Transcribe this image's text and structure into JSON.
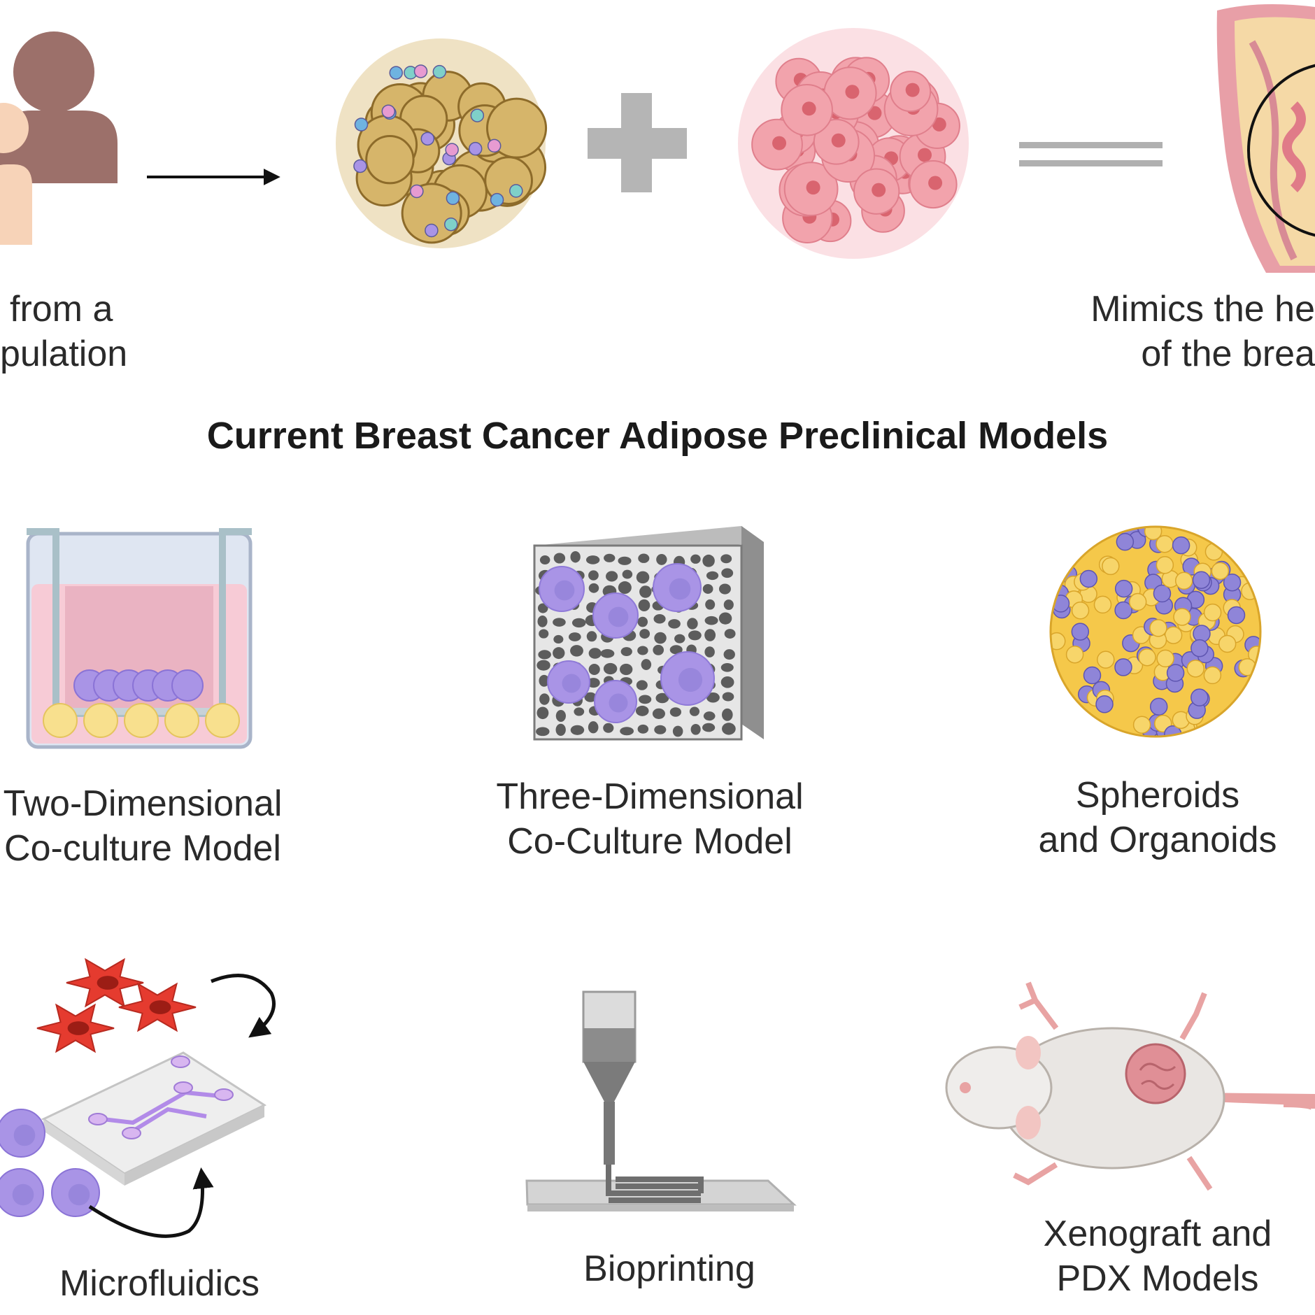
{
  "header": {
    "left_caption": [
      "from a",
      "pulation"
    ],
    "right_caption": [
      "Mimics the he",
      "of the brea"
    ]
  },
  "title": "Current Breast Cancer Adipose Preclinical Models",
  "models": [
    {
      "label": [
        "Two-Dimensional",
        "Co-culture Model"
      ]
    },
    {
      "label": [
        "Three-Dimensional",
        "Co-Culture Model"
      ]
    },
    {
      "label": [
        "Spheroids",
        "and Organoids"
      ]
    },
    {
      "label": [
        "Microfluidics"
      ]
    },
    {
      "label": [
        "Bioprinting"
      ]
    },
    {
      "label": [
        "Xenograft and",
        "PDX Models"
      ]
    }
  ],
  "colors": {
    "person_brown": "#9c706a",
    "person_skin": "#f7d3b8",
    "adipocyte": "#d6b56a",
    "tumor_pink": "#f2a3ac",
    "cancer_purple": "#a994e6",
    "media_pink": "#f5c3cf",
    "spheroid_yellow": "#f5c84a",
    "red_cell": "#e53b2f",
    "gray_symbol": "#b5b5b5"
  },
  "icons": [
    "person-icon",
    "arrow-icon",
    "adipose-tissue-icon",
    "plus-icon",
    "tumor-cluster-icon",
    "equals-icon",
    "breast-tissue-icon",
    "transwell-icon",
    "scaffold-icon",
    "spheroid-icon",
    "microfluidic-chip-icon",
    "bioprinter-icon",
    "mouse-icon"
  ]
}
